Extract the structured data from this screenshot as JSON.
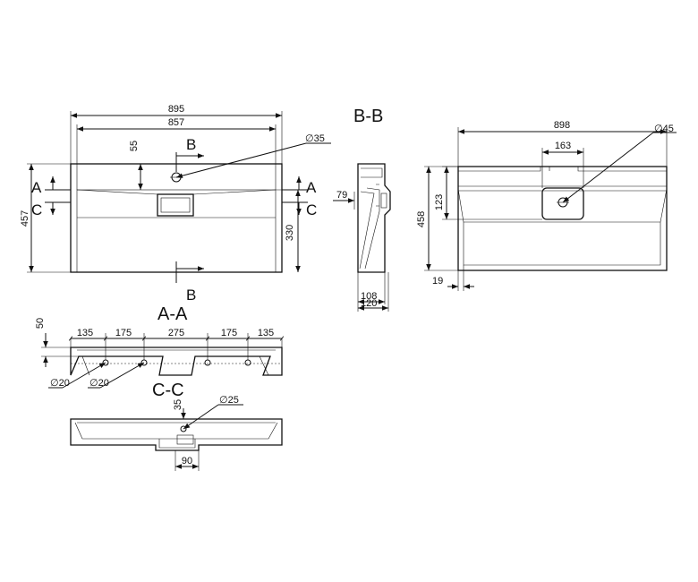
{
  "top_view": {
    "dim_overall_width": "895",
    "dim_inner_width": "857",
    "dim_height": "457",
    "dim_55": "55",
    "dim_330": "330",
    "dia_drain": "∅35",
    "cut_b_top": "B",
    "cut_b_bottom": "B",
    "cut_a_left": "A",
    "cut_a_right": "A",
    "cut_c_left": "C",
    "cut_c_right": "C"
  },
  "side_view": {
    "dim_79": "79",
    "dim_108": "108",
    "dim_120": "120"
  },
  "view_bb": {
    "title": "B-B",
    "dim_width": "898",
    "dim_163": "163",
    "dia_45": "∅45",
    "dim_123": "123",
    "dim_height": "458",
    "dim_19": "19"
  },
  "section_aa": {
    "title": "A-A",
    "dim_50": "50",
    "segments": [
      "135",
      "175",
      "275",
      "175",
      "135"
    ],
    "dia_left": "∅20",
    "dia_right": "∅20"
  },
  "section_cc": {
    "title": "C-C",
    "dim_35": "35",
    "dia_25": "∅25",
    "dim_90": "90"
  }
}
